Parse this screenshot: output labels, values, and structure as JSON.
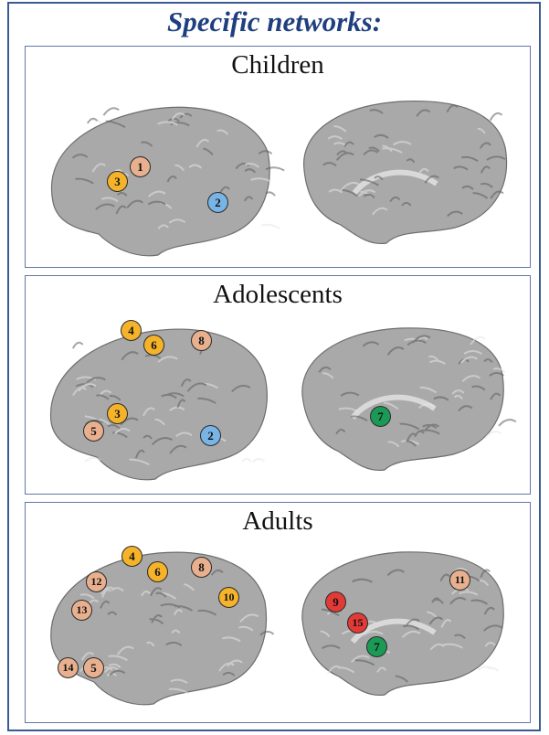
{
  "title": "Specific networks:",
  "colors": {
    "orange": "#f5b32a",
    "peach": "#e8b08e",
    "blue": "#79b4e6",
    "green": "#1b9a55",
    "red": "#e23a36"
  },
  "panels": [
    {
      "label": "Children",
      "markers": [
        {
          "n": "1",
          "color": "peach"
        },
        {
          "n": "3",
          "color": "orange"
        },
        {
          "n": "2",
          "color": "blue"
        }
      ]
    },
    {
      "label": "Adolescents",
      "markers": [
        {
          "n": "4",
          "color": "orange"
        },
        {
          "n": "6",
          "color": "orange"
        },
        {
          "n": "8",
          "color": "peach"
        },
        {
          "n": "3",
          "color": "orange"
        },
        {
          "n": "5",
          "color": "peach"
        },
        {
          "n": "2",
          "color": "blue"
        },
        {
          "n": "7",
          "color": "green"
        }
      ]
    },
    {
      "label": "Adults",
      "markers": [
        {
          "n": "4",
          "color": "orange"
        },
        {
          "n": "6",
          "color": "orange"
        },
        {
          "n": "8",
          "color": "peach"
        },
        {
          "n": "12",
          "color": "peach"
        },
        {
          "n": "10",
          "color": "orange"
        },
        {
          "n": "13",
          "color": "peach"
        },
        {
          "n": "14",
          "color": "peach"
        },
        {
          "n": "5",
          "color": "peach"
        },
        {
          "n": "11",
          "color": "peach"
        },
        {
          "n": "9",
          "color": "red"
        },
        {
          "n": "15",
          "color": "red"
        },
        {
          "n": "7",
          "color": "green"
        }
      ]
    }
  ]
}
